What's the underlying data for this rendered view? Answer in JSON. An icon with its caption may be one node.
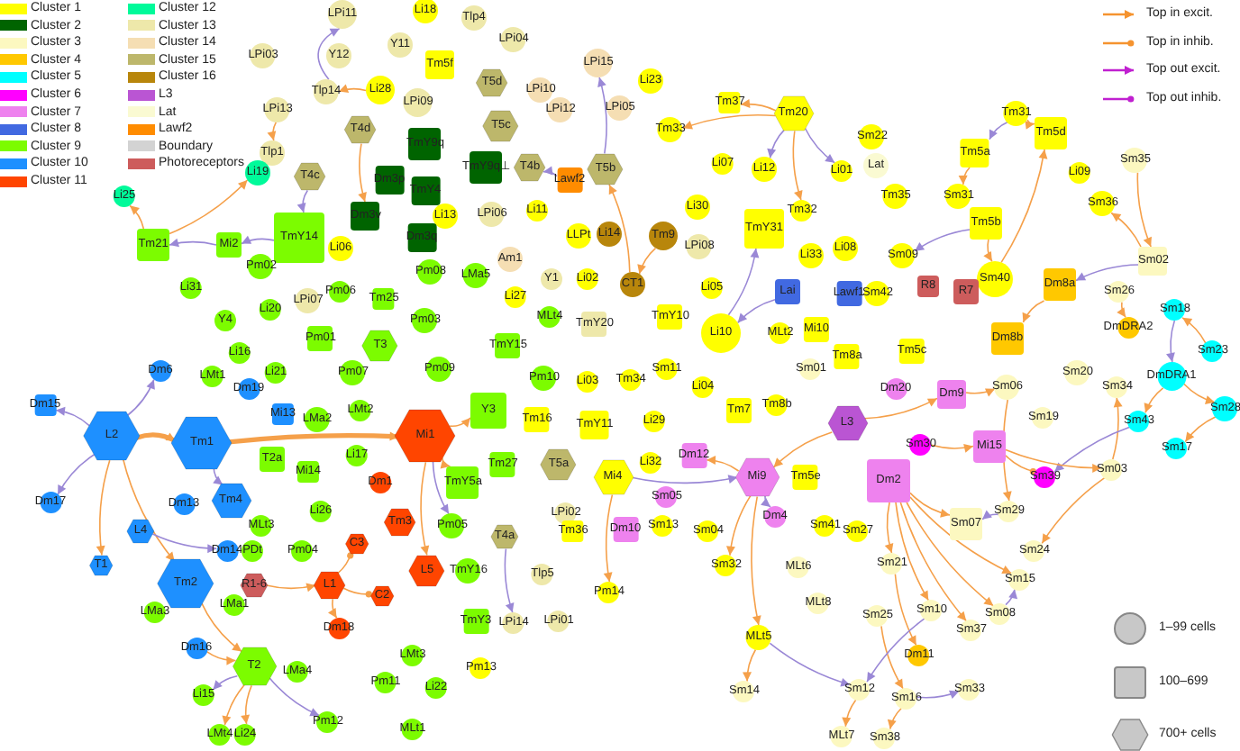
{
  "diagram": {
    "nodes": [
      {
        "text": [
          "LPi11"
        ]
      },
      {
        "text": [
          "Li18"
        ]
      },
      {
        "text": [
          "Tlp4"
        ]
      },
      {
        "text": [
          "LPi04"
        ]
      },
      {
        "text": [
          "Y11"
        ]
      },
      {
        "text": [
          "Y12"
        ]
      },
      {
        "text": [
          "LPi03"
        ]
      },
      {
        "text": [
          "Tm5f"
        ]
      },
      {
        "text": [
          "LPi15"
        ]
      },
      {
        "text": [
          "Li23"
        ]
      },
      {
        "text": [
          "T5d"
        ]
      },
      {
        "text": [
          "Li28"
        ]
      },
      {
        "text": [
          "Tlp14"
        ]
      },
      {
        "text": [
          "LPi10"
        ]
      },
      {
        "text": [
          "LPi09"
        ]
      },
      {
        "text": [
          "Tm37"
        ]
      },
      {
        "text": [
          "LPi12"
        ]
      },
      {
        "text": [
          "LPi05"
        ]
      },
      {
        "text": [
          "LPi13"
        ]
      },
      {
        "text": [
          "T5c"
        ]
      },
      {
        "text": [
          "Tm20"
        ]
      },
      {
        "text": [
          "Tm31"
        ]
      },
      {
        "text": [
          "Tm33"
        ]
      },
      {
        "text": [
          "T4d"
        ]
      },
      {
        "text": [
          "Tm5d"
        ]
      },
      {
        "text": [
          "Sm22"
        ]
      },
      {
        "text": [
          "Tlp1"
        ]
      },
      {
        "text": [
          "TmY9q"
        ]
      },
      {
        "text": [
          "T4c"
        ]
      },
      {
        "text": [
          "Li19"
        ]
      },
      {
        "text": [
          "Tm5a"
        ]
      },
      {
        "text": [
          "Sm35"
        ]
      },
      {
        "text": [
          "Lat"
        ]
      },
      {
        "text": [
          "Li07"
        ]
      },
      {
        "text": [
          "TmY9q⊥"
        ]
      },
      {
        "text": [
          "T4b"
        ]
      },
      {
        "text": [
          "T5b"
        ]
      },
      {
        "text": [
          "Li12"
        ]
      },
      {
        "text": [
          "Li01"
        ]
      },
      {
        "text": [
          "Li09"
        ]
      },
      {
        "text": [
          "Dm3p"
        ]
      },
      {
        "text": [
          "Lawf2"
        ]
      },
      {
        "text": [
          "Li25"
        ]
      },
      {
        "text": [
          "TmY4"
        ]
      },
      {
        "text": [
          "Tm35"
        ]
      },
      {
        "text": [
          "Sm31"
        ]
      },
      {
        "text": [
          "Sm36"
        ]
      },
      {
        "text": [
          "Li30"
        ]
      },
      {
        "text": [
          "Li13"
        ]
      },
      {
        "text": [
          "LPi06"
        ]
      },
      {
        "text": [
          "Li11"
        ]
      },
      {
        "text": [
          "Dm3v"
        ]
      },
      {
        "text": [
          "Tm32"
        ]
      },
      {
        "text": [
          "Tm5b"
        ]
      },
      {
        "text": [
          "TmY31"
        ]
      },
      {
        "text": [
          "Tm21"
        ]
      },
      {
        "text": [
          "Mi2"
        ]
      },
      {
        "text": [
          "TmY14"
        ]
      },
      {
        "text": [
          "Li06"
        ]
      },
      {
        "text": [
          "LLPt"
        ]
      },
      {
        "text": [
          "Li14"
        ]
      },
      {
        "text": [
          "Tm9"
        ]
      },
      {
        "text": [
          "Dm3q"
        ]
      },
      {
        "text": [
          "LPi08"
        ]
      },
      {
        "text": [
          "Li08"
        ]
      },
      {
        "text": [
          "Li33"
        ]
      },
      {
        "text": [
          "Sm09"
        ]
      },
      {
        "text": [
          "Am1"
        ]
      },
      {
        "text": [
          "Sm02"
        ]
      },
      {
        "text": [
          "Pm02"
        ]
      },
      {
        "text": [
          "Pm08"
        ]
      },
      {
        "text": [
          "LMa5"
        ]
      },
      {
        "text": [
          "Y1"
        ]
      },
      {
        "text": [
          "Li02"
        ]
      },
      {
        "text": [
          "CT1"
        ]
      },
      {
        "text": [
          "Sm40"
        ]
      },
      {
        "text": [
          "Li31"
        ]
      },
      {
        "text": [
          "Li05"
        ]
      },
      {
        "text": [
          "Pm06"
        ]
      },
      {
        "text": [
          "Tm25"
        ]
      },
      {
        "text": [
          "Lai"
        ]
      },
      {
        "text": [
          "R8"
        ]
      },
      {
        "text": [
          "Sm42"
        ]
      },
      {
        "text": [
          "Lawf1"
        ]
      },
      {
        "text": [
          "R7"
        ]
      },
      {
        "text": [
          "Dm8a"
        ]
      },
      {
        "text": [
          "Sm26"
        ]
      },
      {
        "text": [
          "LPi07"
        ]
      },
      {
        "text": [
          "Li27"
        ]
      },
      {
        "text": [
          "Li20"
        ]
      },
      {
        "text": [
          "Sm18"
        ]
      },
      {
        "text": [
          "Y4"
        ]
      },
      {
        "text": [
          "MLt4"
        ]
      },
      {
        "text": [
          "TmY10"
        ]
      },
      {
        "text": [
          "Pm03"
        ]
      },
      {
        "text": [
          "TmY20"
        ]
      },
      {
        "text": [
          "Li10"
        ]
      },
      {
        "text": [
          "MLt2"
        ]
      },
      {
        "text": [
          "Mi10"
        ]
      },
      {
        "text": [
          "DmDRA2"
        ]
      },
      {
        "text": [
          "Pm01"
        ]
      },
      {
        "text": [
          "T3"
        ]
      },
      {
        "text": [
          "TmY15"
        ]
      },
      {
        "text": [
          "Dm8b"
        ]
      },
      {
        "text": [
          "Li16"
        ]
      },
      {
        "text": [
          "Sm23"
        ]
      },
      {
        "text": [
          "Tm5c"
        ]
      },
      {
        "text": [
          "Tm8a"
        ]
      },
      {
        "text": [
          "Sm11"
        ]
      },
      {
        "text": [
          "Sm01"
        ]
      },
      {
        "text": [
          "Pm09"
        ]
      },
      {
        "text": [
          "Dm6"
        ]
      },
      {
        "text": [
          "Li21"
        ]
      },
      {
        "text": [
          "LMt1"
        ]
      },
      {
        "text": [
          "Pm07"
        ]
      },
      {
        "text": [
          "Sm20"
        ]
      },
      {
        "text": [
          "DmDRA1"
        ]
      },
      {
        "text": [
          "Pm10"
        ]
      },
      {
        "text": [
          "Li03"
        ]
      },
      {
        "text": [
          "Tm34"
        ]
      },
      {
        "text": [
          "Li04"
        ]
      },
      {
        "text": [
          "Dm20"
        ]
      },
      {
        "text": [
          "Sm06"
        ]
      },
      {
        "text": [
          "Sm34"
        ]
      },
      {
        "text": [
          "Dm19"
        ]
      },
      {
        "text": [
          "Dm9"
        ]
      },
      {
        "text": [
          "Tm8b"
        ]
      },
      {
        "text": [
          "Dm15"
        ]
      },
      {
        "text": [
          "Tm7"
        ]
      },
      {
        "text": [
          "LMt2"
        ]
      },
      {
        "text": [
          "Mi13"
        ]
      },
      {
        "text": [
          "Y3"
        ]
      },
      {
        "text": [
          "Tm16"
        ]
      },
      {
        "text": [
          "TmY11"
        ]
      },
      {
        "text": [
          "Li29"
        ]
      },
      {
        "text": [
          "Sm28"
        ]
      },
      {
        "text": [
          "Sm19"
        ]
      },
      {
        "text": [
          "Sm43"
        ]
      },
      {
        "text": [
          "LMa2"
        ]
      },
      {
        "text": [
          "L2"
        ]
      },
      {
        "text": [
          "Tm1"
        ]
      },
      {
        "text": [
          "Mi1"
        ]
      },
      {
        "text": [
          "L3"
        ]
      },
      {
        "text": [
          "T2a"
        ]
      },
      {
        "text": [
          "Mi14"
        ]
      },
      {
        "text": [
          "Li17"
        ]
      },
      {
        "text": [
          "Sm30"
        ]
      },
      {
        "text": [
          "Mi15"
        ]
      },
      {
        "text": [
          "Sm17"
        ]
      },
      {
        "text": [
          "Dm12"
        ]
      },
      {
        "text": [
          "Li32"
        ]
      },
      {
        "text": [
          "T5a"
        ]
      },
      {
        "text": [
          "Tm27"
        ]
      },
      {
        "text": [
          "Mi9"
        ]
      },
      {
        "text": [
          "Dm2"
        ]
      },
      {
        "text": [
          "Sm03"
        ]
      },
      {
        "text": [
          "Sm39"
        ]
      },
      {
        "text": [
          "Mi4"
        ]
      },
      {
        "text": [
          "TmY5a"
        ]
      },
      {
        "text": [
          "Dm1"
        ]
      },
      {
        "text": [
          "Tm5e"
        ]
      },
      {
        "text": [
          "Dm17"
        ]
      },
      {
        "text": [
          "Dm13"
        ]
      },
      {
        "text": [
          "Tm4"
        ]
      },
      {
        "text": [
          "Sm05"
        ]
      },
      {
        "text": [
          "Li26"
        ]
      },
      {
        "text": [
          "Dm4"
        ]
      },
      {
        "text": [
          "Sm29"
        ]
      },
      {
        "text": [
          "Sm07"
        ]
      },
      {
        "text": [
          "Pm05"
        ]
      },
      {
        "text": [
          "LPi02"
        ]
      },
      {
        "text": [
          "MLt3"
        ]
      },
      {
        "text": [
          "Tm3"
        ]
      },
      {
        "text": [
          "Sm41"
        ]
      },
      {
        "text": [
          "L4"
        ]
      },
      {
        "text": [
          "Sm27"
        ]
      },
      {
        "text": [
          "T4a"
        ]
      },
      {
        "text": [
          "Tm36"
        ]
      },
      {
        "text": [
          "Dm10"
        ]
      },
      {
        "text": [
          "Sm13"
        ]
      },
      {
        "text": [
          "Sm04"
        ]
      },
      {
        "text": [
          "C3"
        ]
      },
      {
        "text": [
          "Dm14"
        ]
      },
      {
        "text": [
          "PDt"
        ]
      },
      {
        "text": [
          "Pm04"
        ]
      },
      {
        "text": [
          "Sm24"
        ]
      },
      {
        "text": [
          "T1"
        ]
      },
      {
        "text": [
          "Sm21"
        ]
      },
      {
        "text": [
          "L5"
        ]
      },
      {
        "text": [
          "TmY16"
        ]
      },
      {
        "text": [
          "Tlp5"
        ]
      },
      {
        "text": [
          "Sm32"
        ]
      },
      {
        "text": [
          "MLt6"
        ]
      },
      {
        "text": [
          "Tm2"
        ]
      },
      {
        "text": [
          "Sm15"
        ]
      },
      {
        "text": [
          "R1-6"
        ]
      },
      {
        "text": [
          "L1"
        ]
      },
      {
        "text": [
          "C2"
        ]
      },
      {
        "text": [
          "Pm14"
        ]
      },
      {
        "text": [
          "LMa1"
        ]
      },
      {
        "text": [
          "LMa3"
        ]
      },
      {
        "text": [
          "MLt8"
        ]
      },
      {
        "text": [
          "Sm10"
        ]
      },
      {
        "text": [
          "Sm25"
        ]
      },
      {
        "text": [
          "Sm08"
        ]
      },
      {
        "text": [
          "TmY3"
        ]
      },
      {
        "text": [
          "LPi14"
        ]
      },
      {
        "text": [
          "LPi01"
        ]
      },
      {
        "text": [
          "Dm18"
        ]
      },
      {
        "text": [
          "Sm37"
        ]
      },
      {
        "text": [
          "MLt5"
        ]
      },
      {
        "text": [
          "Dm16"
        ]
      },
      {
        "text": [
          "T2"
        ]
      },
      {
        "text": [
          "LMt3"
        ]
      },
      {
        "text": [
          "LMa4"
        ]
      },
      {
        "text": [
          "Dm11"
        ]
      },
      {
        "text": [
          "Pm13"
        ]
      },
      {
        "text": [
          "Pm11"
        ]
      },
      {
        "text": [
          "Li22"
        ]
      },
      {
        "text": [
          "Sm12"
        ]
      },
      {
        "text": [
          "Sm33"
        ]
      },
      {
        "text": [
          "Sm14"
        ]
      },
      {
        "text": [
          "Li15"
        ]
      },
      {
        "text": [
          "Sm16"
        ]
      },
      {
        "text": [
          "Pm12"
        ]
      },
      {
        "text": [
          "MLt1"
        ]
      },
      {
        "text": [
          "LMt4"
        ]
      },
      {
        "text": [
          "Li24"
        ]
      },
      {
        "text": [
          "MLt7"
        ]
      },
      {
        "text": [
          "Sm38"
        ]
      }
    ],
    "edges": [
      {
        "from": 55,
        "to": 42,
        "arrow": "to"
      },
      {
        "from": 55,
        "to": 29,
        "arrow": "to"
      },
      {
        "from": 56,
        "to": 55,
        "arrow": "to",
        "color": "#9a88d6"
      },
      {
        "from": 57,
        "to": 56,
        "arrow": "to",
        "color": "#9a88d6"
      },
      {
        "from": 139,
        "to": 127,
        "arrow": "to",
        "color": "#9a88d6"
      },
      {
        "from": 139,
        "to": 111,
        "arrow": "to",
        "color": "#9a88d6"
      },
      {
        "from": 139,
        "to": 140,
        "arrow": "to",
        "style": "thick"
      },
      {
        "from": 139,
        "to": 186,
        "arrow": "to"
      },
      {
        "from": 139,
        "to": 161,
        "arrow": "to",
        "color": "#9a88d6"
      },
      {
        "from": 139,
        "to": 193,
        "arrow": "to"
      },
      {
        "from": 140,
        "to": 163,
        "arrow": "to",
        "color": "#9a88d6"
      },
      {
        "from": 140,
        "to": 141,
        "arrow": "to",
        "style": "thick"
      },
      {
        "from": 193,
        "to": 212,
        "arrow": "to"
      },
      {
        "from": 212,
        "to": 222,
        "arrow": "to",
        "color": "#9a88d6"
      },
      {
        "from": 212,
        "to": 226,
        "arrow": "to"
      },
      {
        "from": 212,
        "to": 227,
        "arrow": "to"
      },
      {
        "from": 212,
        "to": 224,
        "arrow": "to",
        "color": "#9a88d6"
      },
      {
        "from": 211,
        "to": 212,
        "arrow": "to"
      },
      {
        "from": 174,
        "to": 182,
        "arrow": "to",
        "color": "#9a88d6"
      },
      {
        "from": 195,
        "to": 196,
        "arrow": "to"
      },
      {
        "from": 196,
        "to": 208,
        "arrow": "to"
      },
      {
        "from": 196,
        "to": 197,
        "arrow": "other"
      },
      {
        "from": 196,
        "to": 181,
        "arrow": "other"
      },
      {
        "from": 141,
        "to": 188,
        "arrow": "to"
      },
      {
        "from": 141,
        "to": 131,
        "arrow": "to"
      },
      {
        "from": 141,
        "to": 158,
        "arrow": "to"
      },
      {
        "from": 141,
        "to": 169,
        "arrow": "to",
        "color": "#9a88d6"
      },
      {
        "from": 20,
        "to": 15,
        "arrow": "to"
      },
      {
        "from": 20,
        "to": 22,
        "arrow": "to"
      },
      {
        "from": 20,
        "to": 37,
        "arrow": "to",
        "color": "#9a88d6"
      },
      {
        "from": 20,
        "to": 38,
        "arrow": "to",
        "color": "#9a88d6"
      },
      {
        "from": 20,
        "to": 52,
        "arrow": "to"
      },
      {
        "from": 21,
        "to": 30,
        "arrow": "to",
        "color": "#9a88d6"
      },
      {
        "from": 21,
        "to": 24,
        "arrow": "to"
      },
      {
        "from": 30,
        "to": 45,
        "arrow": "to"
      },
      {
        "from": 53,
        "to": 66,
        "arrow": "to",
        "color": "#9a88d6"
      },
      {
        "from": 53,
        "to": 75,
        "arrow": "to"
      },
      {
        "from": 75,
        "to": 24,
        "arrow": "to"
      },
      {
        "from": 68,
        "to": 46,
        "arrow": "to"
      },
      {
        "from": 31,
        "to": 68,
        "arrow": "to"
      },
      {
        "from": 68,
        "to": 85,
        "arrow": "to",
        "color": "#9a88d6"
      },
      {
        "from": 86,
        "to": 99,
        "arrow": "to"
      },
      {
        "from": 90,
        "to": 116,
        "arrow": "to",
        "color": "#9a88d6"
      },
      {
        "from": 105,
        "to": 90,
        "arrow": "to"
      },
      {
        "from": 116,
        "to": 135,
        "arrow": "to"
      },
      {
        "from": 116,
        "to": 137,
        "arrow": "to"
      },
      {
        "from": 135,
        "to": 148,
        "arrow": "to"
      },
      {
        "from": 155,
        "to": 123,
        "arrow": "to"
      },
      {
        "from": 137,
        "to": 156,
        "arrow": "to",
        "color": "#9a88d6"
      },
      {
        "from": 147,
        "to": 155,
        "arrow": "to"
      },
      {
        "from": 147,
        "to": 156,
        "arrow": "other"
      },
      {
        "from": 146,
        "to": 147,
        "arrow": "to"
      },
      {
        "from": 154,
        "to": 168,
        "arrow": "to"
      },
      {
        "from": 154,
        "to": 187,
        "arrow": "to"
      },
      {
        "from": 154,
        "to": 202,
        "arrow": "to"
      },
      {
        "from": 154,
        "to": 209,
        "arrow": "to"
      },
      {
        "from": 154,
        "to": 204,
        "arrow": "to"
      },
      {
        "from": 154,
        "to": 194,
        "arrow": "to"
      },
      {
        "from": 155,
        "to": 185,
        "arrow": "to"
      },
      {
        "from": 167,
        "to": 168,
        "arrow": "to",
        "color": "#9a88d6"
      },
      {
        "from": 122,
        "to": 167,
        "arrow": "to"
      },
      {
        "from": 187,
        "to": 215,
        "arrow": "to"
      },
      {
        "from": 203,
        "to": 223,
        "arrow": "to"
      },
      {
        "from": 223,
        "to": 220,
        "arrow": "to",
        "color": "#9a88d6"
      },
      {
        "from": 223,
        "to": 229,
        "arrow": "to"
      },
      {
        "from": 219,
        "to": 228,
        "arrow": "to"
      },
      {
        "from": 202,
        "to": 219,
        "arrow": "to",
        "color": "#9a88d6"
      },
      {
        "from": 204,
        "to": 194,
        "arrow": "to",
        "color": "#9a88d6"
      },
      {
        "from": 153,
        "to": 149,
        "arrow": "to"
      },
      {
        "from": 157,
        "to": 153,
        "arrow": "to",
        "color": "#9a88d6"
      },
      {
        "from": 153,
        "to": 191,
        "arrow": "to"
      },
      {
        "from": 153,
        "to": 210,
        "arrow": "to"
      },
      {
        "from": 210,
        "to": 221,
        "arrow": "to"
      },
      {
        "from": 210,
        "to": 219,
        "arrow": "to",
        "color": "#9a88d6"
      },
      {
        "from": 153,
        "to": 166,
        "arrow": "to",
        "color": "#9a88d6"
      },
      {
        "from": 142,
        "to": 153,
        "arrow": "to"
      },
      {
        "from": 142,
        "to": 125,
        "arrow": "to"
      },
      {
        "from": 157,
        "to": 198,
        "arrow": "to"
      },
      {
        "from": 176,
        "to": 206,
        "arrow": "to",
        "color": "#9a88d6"
      },
      {
        "from": 28,
        "to": 57,
        "arrow": "to",
        "color": "#9a88d6"
      },
      {
        "from": 23,
        "to": 51,
        "arrow": "to"
      },
      {
        "from": 41,
        "to": 35,
        "arrow": "to",
        "color": "#9a88d6"
      },
      {
        "from": 36,
        "to": 8,
        "arrow": "to",
        "color": "#9a88d6"
      },
      {
        "from": 74,
        "to": 36,
        "arrow": "to"
      },
      {
        "from": 61,
        "to": 74,
        "arrow": "to"
      },
      {
        "from": 96,
        "to": 54,
        "arrow": "to",
        "color": "#9a88d6"
      },
      {
        "from": 80,
        "to": 96,
        "arrow": "to",
        "color": "#9a88d6"
      },
      {
        "from": 12,
        "to": 0,
        "arrow": "to",
        "color": "#9a88d6"
      },
      {
        "from": 11,
        "to": 12,
        "arrow": "to"
      },
      {
        "from": 18,
        "to": 26,
        "arrow": "to"
      },
      {
        "from": 125,
        "to": 122,
        "arrow": "to"
      },
      {
        "from": 85,
        "to": 103,
        "arrow": "to"
      }
    ],
    "legend": [
      {
        "text": "Cluster 1",
        "color": "#ffff00"
      },
      {
        "text": "Cluster 2",
        "color": "#006400"
      },
      {
        "text": "Cluster 3",
        "color": "#fcf8c0"
      },
      {
        "text": "Cluster 4",
        "color": "#ffc800"
      },
      {
        "text": "Cluster 5",
        "color": "#00ffff"
      },
      {
        "text": "Cluster 6",
        "color": "#ff00ff"
      },
      {
        "text": "Cluster 7",
        "color": "#ee82ee"
      },
      {
        "text": "Cluster 8",
        "color": "#4169e1"
      },
      {
        "text": "Cluster 9",
        "color": "#7cfc00"
      },
      {
        "text": "Cluster 10",
        "color": "#1e90ff"
      },
      {
        "text": "Cluster 11",
        "color": "#ff4500"
      },
      {
        "text": "Cluster 12",
        "color": "#00fa9a"
      },
      {
        "text": "Cluster 13",
        "color": "#eee8aa"
      },
      {
        "text": "Cluster 14",
        "color": "#f5deb3"
      },
      {
        "text": "Cluster 15",
        "color": "#bdb76b"
      },
      {
        "text": "Cluster 16",
        "color": "#b8860b"
      },
      {
        "text": "L3",
        "color": "#ba55d3"
      },
      {
        "text": "Lat",
        "color": "#fafad2"
      },
      {
        "text": "Lawf2",
        "color": "#ff8c00"
      },
      {
        "text": "Boundary",
        "color": "#d3d3d3"
      },
      {
        "text": "Photoreceptors",
        "color": "#cd5c5c"
      },
      {
        "text": "Top in excit."
      },
      {
        "text": "Top in inhib."
      },
      {
        "text": "Top out excit."
      },
      {
        "text": "Top out inhib."
      },
      {
        "text": "1–99 cells"
      },
      {
        "text": "100–699"
      },
      {
        "text": "700+ cells"
      }
    ]
  }
}
